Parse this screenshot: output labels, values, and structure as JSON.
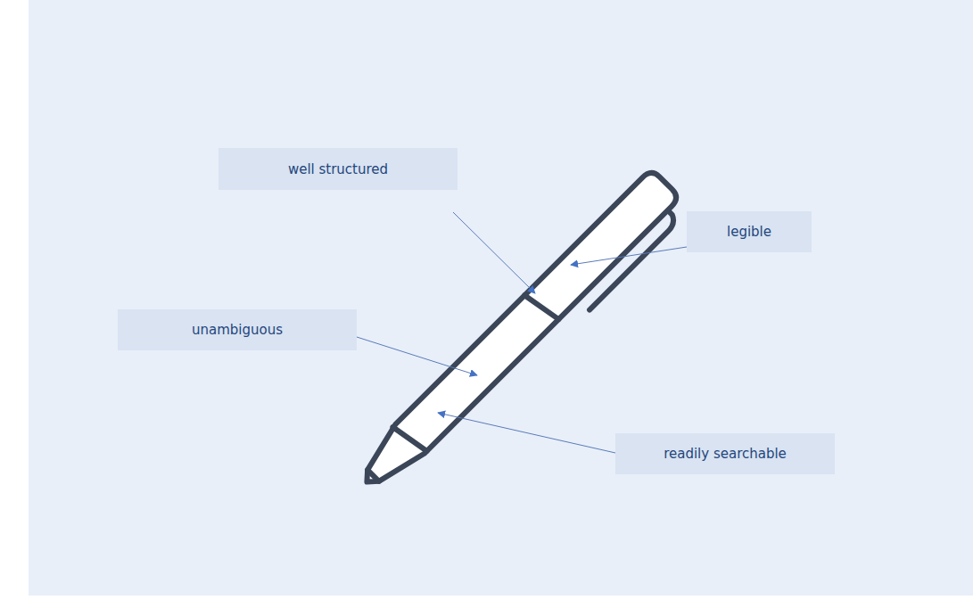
{
  "diagram": {
    "nodes": [
      {
        "text": [
          "well structured"
        ]
      },
      {
        "text": [
          "legible"
        ]
      },
      {
        "text": [
          "unambiguous"
        ]
      },
      {
        "text": [
          "readily searchable"
        ]
      }
    ]
  }
}
